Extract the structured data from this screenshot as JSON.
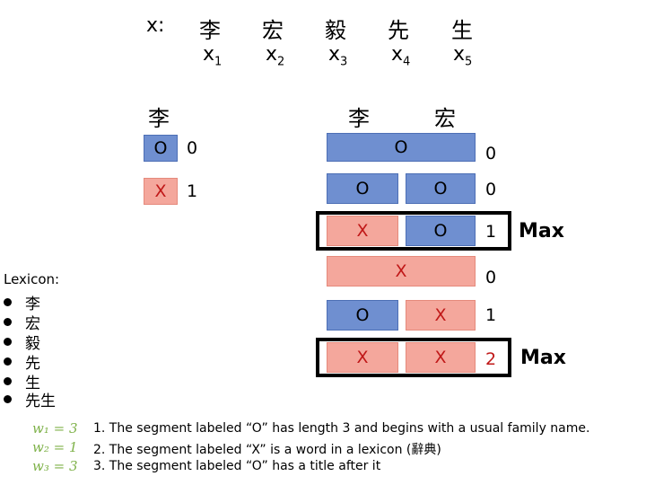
{
  "header": {
    "x_label": "x:",
    "columns": [
      {
        "char": "李",
        "var": "x",
        "index": "1"
      },
      {
        "char": "宏",
        "var": "x",
        "index": "2"
      },
      {
        "char": "毅",
        "var": "x",
        "index": "3"
      },
      {
        "char": "先",
        "var": "x",
        "index": "4"
      },
      {
        "char": "生",
        "var": "x",
        "index": "5"
      }
    ]
  },
  "left_table": {
    "title": "李",
    "rows": [
      {
        "label": "O",
        "value": "0"
      },
      {
        "label": "X",
        "value": "1"
      }
    ]
  },
  "right_table": {
    "col_headers": [
      "李",
      "宏"
    ],
    "rows": [
      {
        "cells": [
          "O"
        ],
        "value": "0"
      },
      {
        "cells": [
          "O",
          "O"
        ],
        "value": "0"
      },
      {
        "cells": [
          "X",
          "O"
        ],
        "value": "1",
        "annotation": "Max"
      },
      {
        "cells": [
          "X"
        ],
        "value": "0"
      },
      {
        "cells": [
          "O",
          "X"
        ],
        "value": "1"
      },
      {
        "cells": [
          "X",
          "X"
        ],
        "value": "2",
        "annotation": "Max"
      }
    ]
  },
  "lexicon": {
    "title": "Lexicon:",
    "items": [
      "李",
      "宏",
      "毅",
      "先",
      "生",
      "先生"
    ]
  },
  "weights": [
    {
      "label": "w₁ = 3",
      "text": "1. The segment labeled “O” has length 3 and begins with a usual family name."
    },
    {
      "label": "w₂ = 1",
      "text": "2. The segment labeled “X” is a word in a lexicon (辭典)"
    },
    {
      "label": "w₃ = 3",
      "text": "3. The segment labeled “O” has a title after it"
    }
  ],
  "colors": {
    "blue_box": "#6f8fd0",
    "red_box": "#f4a79c",
    "x_text": "#c01818",
    "weight_text": "#7fb24a"
  }
}
